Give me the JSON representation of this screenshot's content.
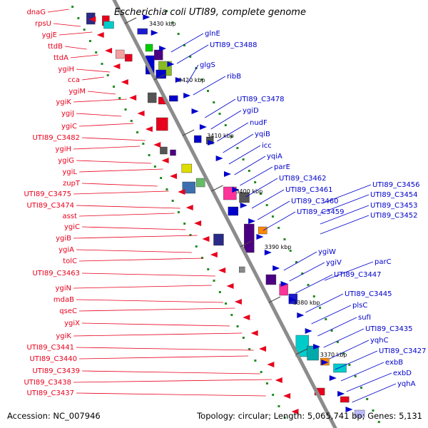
{
  "title": "Escherichia coli UTI89, complete genome",
  "footer": {
    "accession": "Accession: NC_007946",
    "summary": "Topology: circular; Length: 5,065,741 bp; Genes: 5,131"
  },
  "colors": {
    "left_genes": "#e8001c",
    "right_genes": "#0000cc",
    "backbone": "#808080",
    "tick_dots": "#228b22"
  },
  "ticks": [
    "3430 kbp",
    "3420 kbp",
    "3410 kbp",
    "3400 kbp",
    "3390 kbp",
    "3380 kbp",
    "3370 kbp"
  ],
  "left_labels": [
    "dnaG",
    "rpsU",
    "ygjE",
    "ttdB",
    "ttdA",
    "ygiH",
    "cca",
    "ygiM",
    "ygiK",
    "ygiJ",
    "ygiC",
    "UTI89_C3482",
    "ygiH",
    "ygiG",
    "ygiL",
    "zupT",
    "UTI89_C3475",
    "UTI89_C3474",
    "asst",
    "ygiC",
    "ygiB",
    "ygiA",
    "tolC",
    "UTI89_C3463",
    "ygiN",
    "mdaB",
    "qseC",
    "ygiX",
    "ygiK",
    "UTI89_C3441",
    "UTI89_C3440",
    "UTI89_C3439",
    "UTI89_C3438",
    "UTI89_C3437"
  ],
  "right_labels": [
    "glnE",
    "UTI89_C3488",
    "glgS",
    "ribB",
    "UTI89_C3478",
    "ygiD",
    "nudF",
    "yqiB",
    "icc",
    "yqiA",
    "parE",
    "UTI89_C3462",
    "UTI89_C3461",
    "UTI89_C3460",
    "UTI89_C3459",
    "UTI89_C3456",
    "UTI89_C3454",
    "UTI89_C3453",
    "UTI89_C3452",
    "ygiW",
    "ygiV",
    "parC",
    "UTI89_C3447",
    "UTI89_C3445",
    "plsC",
    "sufI",
    "UTI89_C3435",
    "yqhC",
    "UTI89_C3427",
    "exbB",
    "exbD",
    "yqhA"
  ]
}
